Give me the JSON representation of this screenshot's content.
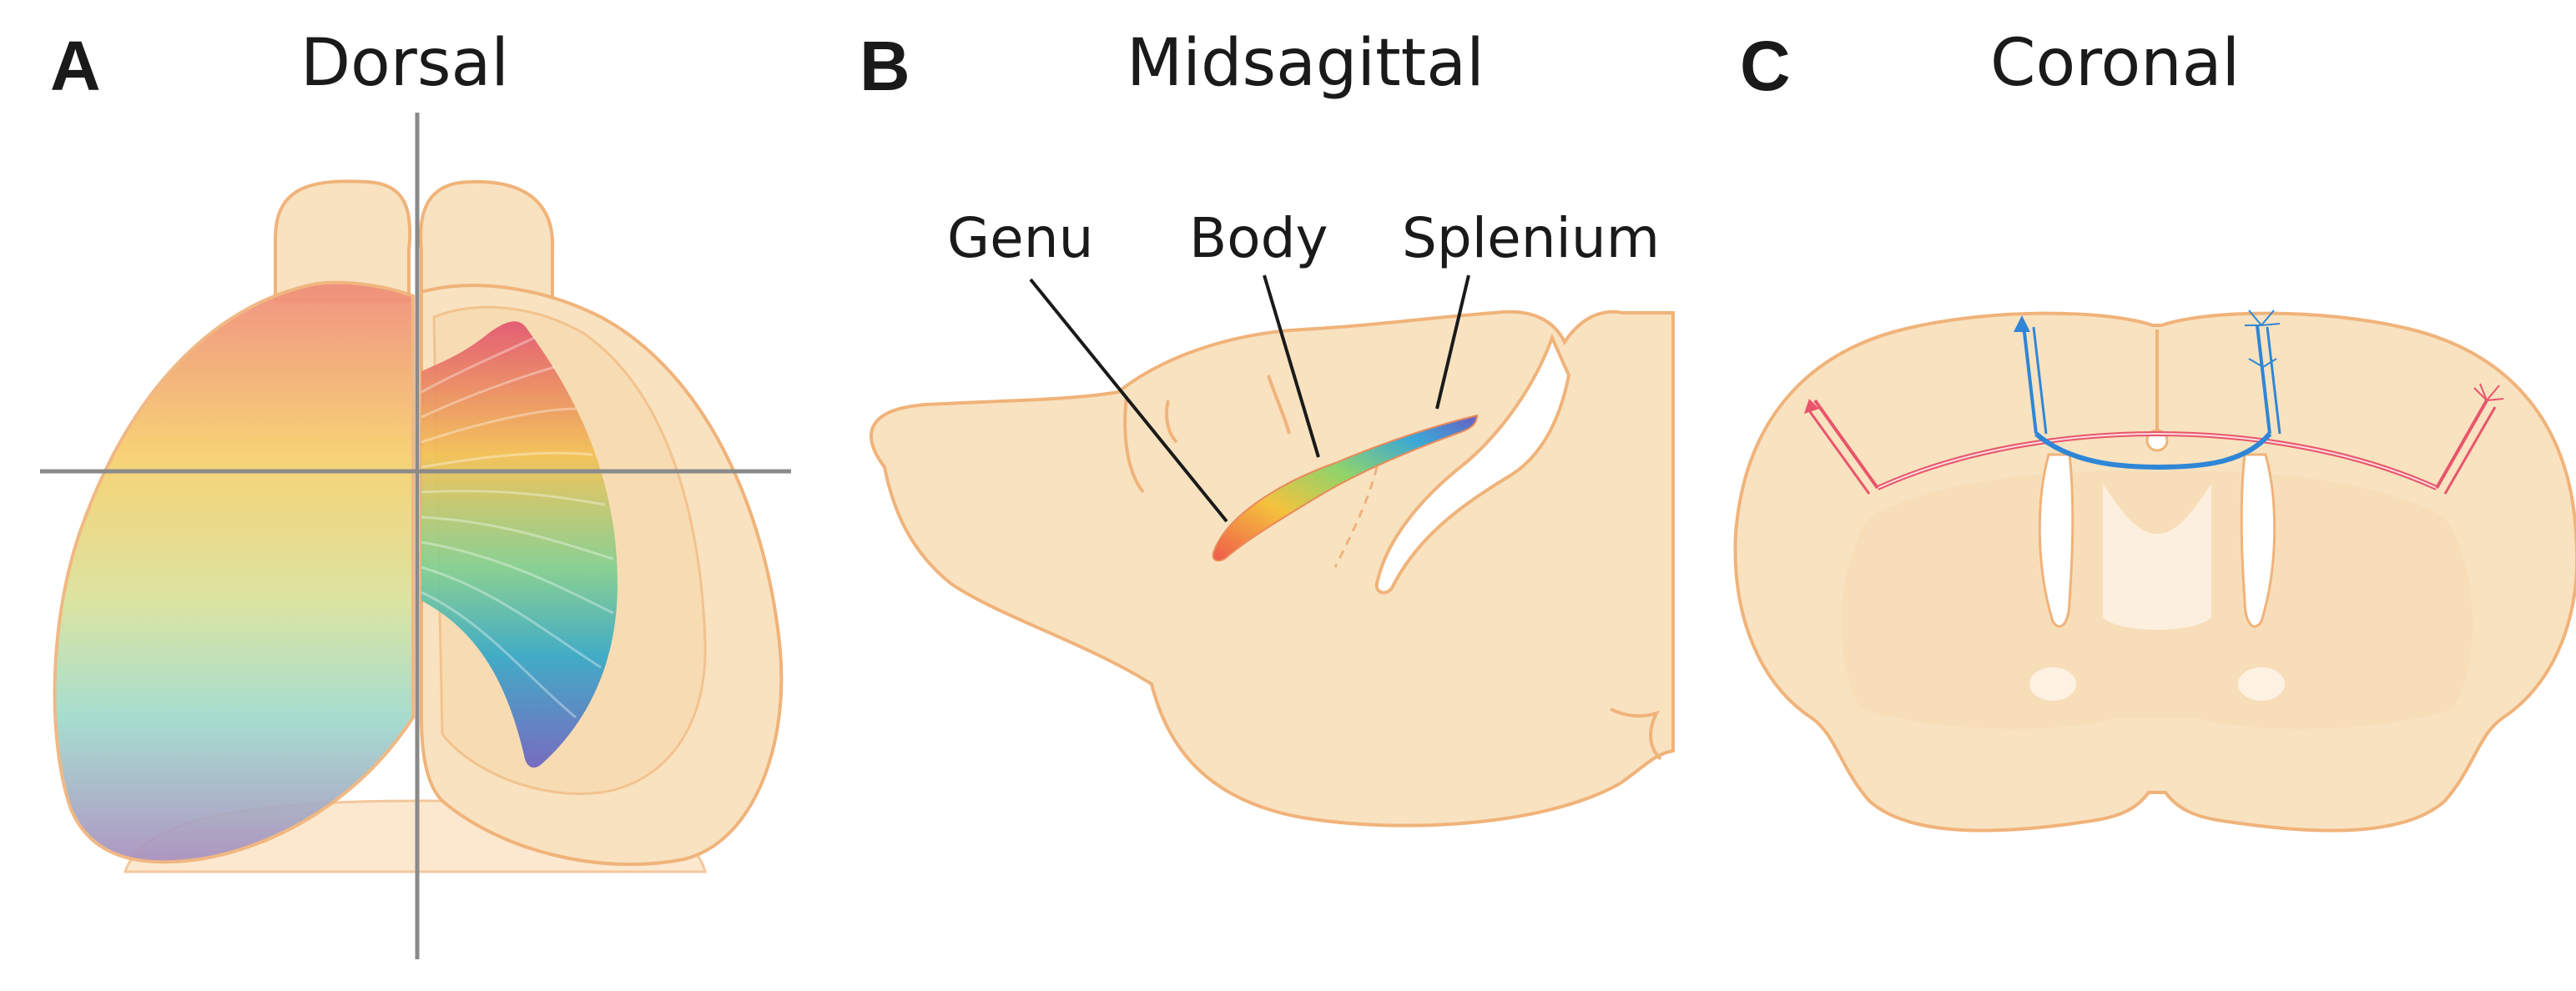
{
  "panels": [
    {
      "letter": "A",
      "title": "Dorsal"
    },
    {
      "letter": "B",
      "title": "Midsagittal"
    },
    {
      "letter": "C",
      "title": "Coronal"
    }
  ],
  "regions": {
    "genu": "Genu",
    "body": "Body",
    "splenium": "Splenium"
  },
  "colors": {
    "brain_fill": "#f8e2c0",
    "brain_outline": "#f0b37a",
    "crosshair": "#8a8a8a",
    "gradient": [
      "#ef7a6a",
      "#f7c35b",
      "#9fd9c7",
      "#5aa8d8",
      "#6c6fc5"
    ],
    "projection_red": "#e8556a",
    "projection_blue": "#2f86d6"
  }
}
